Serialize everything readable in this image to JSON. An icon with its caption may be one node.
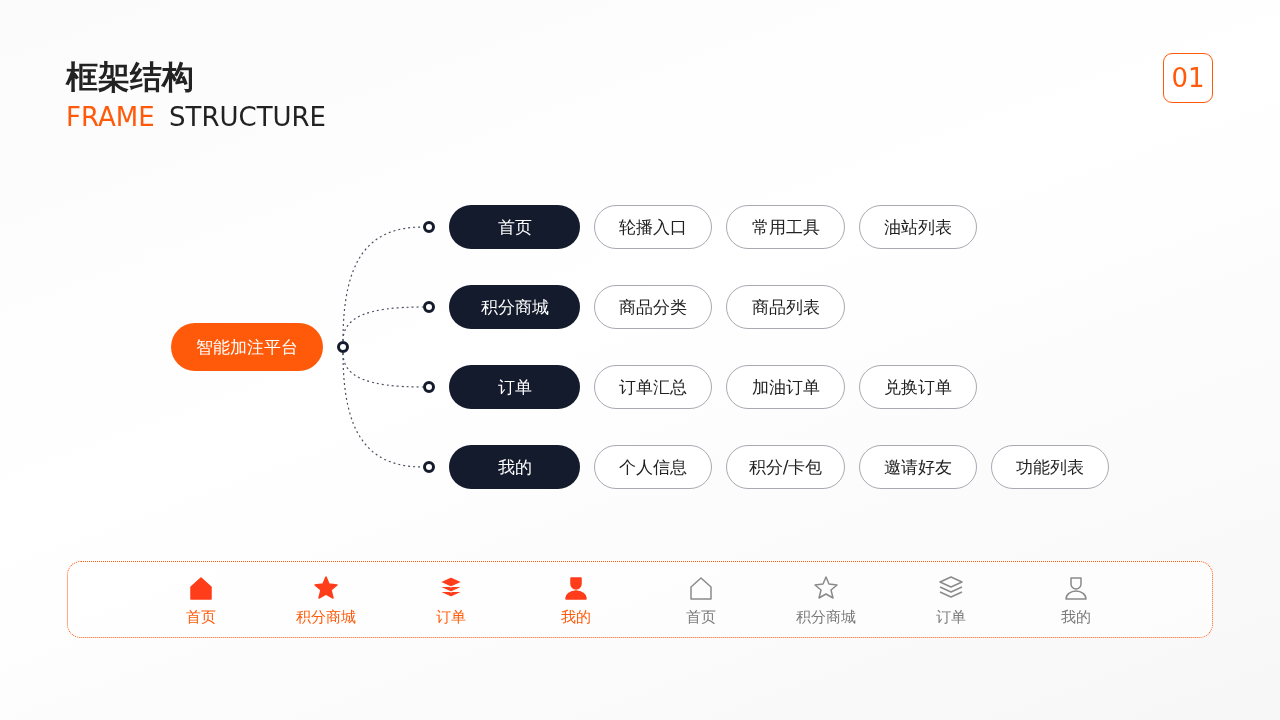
{
  "diagram": {
    "title": "框架结构",
    "nodes": [
      {
        "text": [
          "智能加注平台"
        ]
      },
      {
        "text": [],
        "shape": "circle"
      },
      {
        "text": [],
        "shape": "circle"
      },
      {
        "text": [],
        "shape": "circle"
      },
      {
        "text": [],
        "shape": "circle"
      },
      {
        "text": [],
        "shape": "circle"
      },
      {
        "text": [
          "首页"
        ]
      },
      {
        "text": [
          "轮播入口"
        ]
      },
      {
        "text": [
          "常用工具"
        ]
      },
      {
        "text": [
          "油站列表"
        ]
      },
      {
        "text": [
          "积分商城"
        ]
      },
      {
        "text": [
          "商品分类"
        ]
      },
      {
        "text": [
          "商品列表"
        ]
      },
      {
        "text": [
          "订单"
        ]
      },
      {
        "text": [
          "订单汇总"
        ]
      },
      {
        "text": [
          "加油订单"
        ]
      },
      {
        "text": [
          "兑换订单"
        ]
      },
      {
        "text": [
          "我的"
        ]
      },
      {
        "text": [
          "个人信息"
        ]
      },
      {
        "text": [
          "积分/卡包"
        ]
      },
      {
        "text": [
          "邀请好友"
        ]
      },
      {
        "text": [
          "功能列表"
        ]
      },
      {
        "text": [],
        "shape": "box"
      },
      {
        "text": [
          "首页"
        ],
        "in": 22
      },
      {
        "text": [
          "积分商城"
        ],
        "in": 22
      },
      {
        "text": [
          "订单"
        ],
        "in": 22
      },
      {
        "text": [
          "我的"
        ],
        "in": 22
      },
      {
        "text": [
          "首页"
        ],
        "in": 22
      },
      {
        "text": [
          "积分商城"
        ],
        "in": 22
      },
      {
        "text": [
          "订单"
        ],
        "in": 22
      },
      {
        "text": [
          "我的"
        ],
        "in": 22
      }
    ],
    "edges": [
      {
        "from": 1,
        "to": 2,
        "arrow": "none",
        "style": "dashed"
      },
      {
        "from": 1,
        "to": 3,
        "arrow": "none",
        "style": "dashed"
      },
      {
        "from": 1,
        "to": 4,
        "arrow": "none",
        "style": "dashed"
      },
      {
        "from": 1,
        "to": 5,
        "arrow": "none",
        "style": "dashed"
      }
    ],
    "labels": [
      "FRAME",
      "STRUCTURE",
      "01"
    ]
  }
}
